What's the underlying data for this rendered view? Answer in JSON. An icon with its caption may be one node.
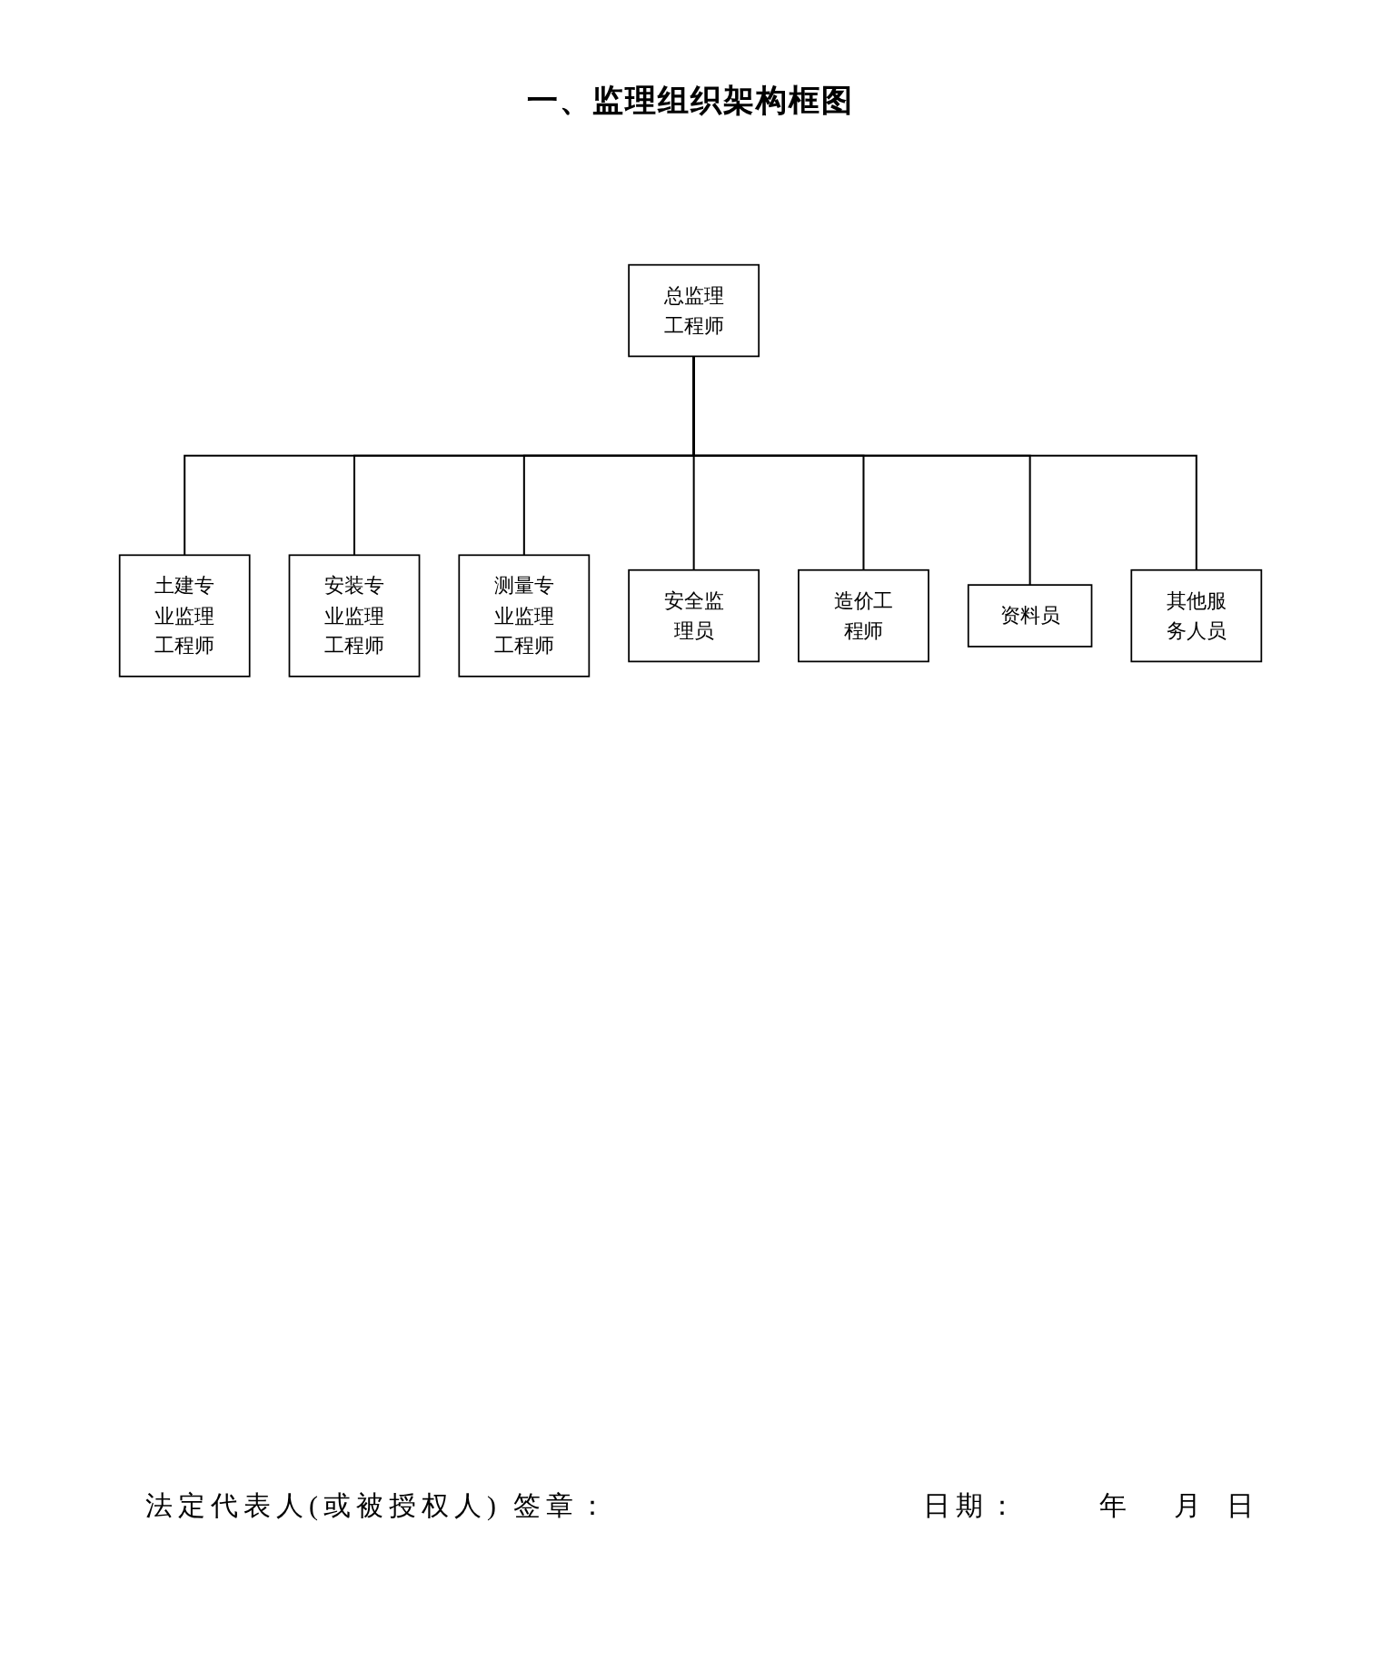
{
  "diagram": {
    "title": "一、监理组织架构框图",
    "nodes": [
      {
        "text": [
          "总监理工程师"
        ]
      },
      {
        "text": [
          "土建专业监理工程师"
        ]
      },
      {
        "text": [
          "安装专业监理工程师"
        ]
      },
      {
        "text": [
          "测量专业监理工程师"
        ]
      },
      {
        "text": [
          "安全监理员"
        ]
      },
      {
        "text": [
          "造价工程师"
        ]
      },
      {
        "text": [
          "资料员"
        ]
      },
      {
        "text": [
          "其他服务人员"
        ]
      }
    ],
    "edges": [
      {
        "from": 0,
        "to": 1,
        "arrow": "none"
      },
      {
        "from": 0,
        "to": 2,
        "arrow": "none"
      },
      {
        "from": 0,
        "to": 3,
        "arrow": "none"
      },
      {
        "from": 0,
        "to": 4,
        "arrow": "none"
      },
      {
        "from": 0,
        "to": 5,
        "arrow": "none"
      },
      {
        "from": 0,
        "to": 6,
        "arrow": "none"
      },
      {
        "from": 0,
        "to": 7,
        "arrow": "none"
      }
    ],
    "labels": [
      "法定代表人(或被授权人) 签章：",
      "日期：",
      "年",
      "月",
      "日"
    ]
  }
}
